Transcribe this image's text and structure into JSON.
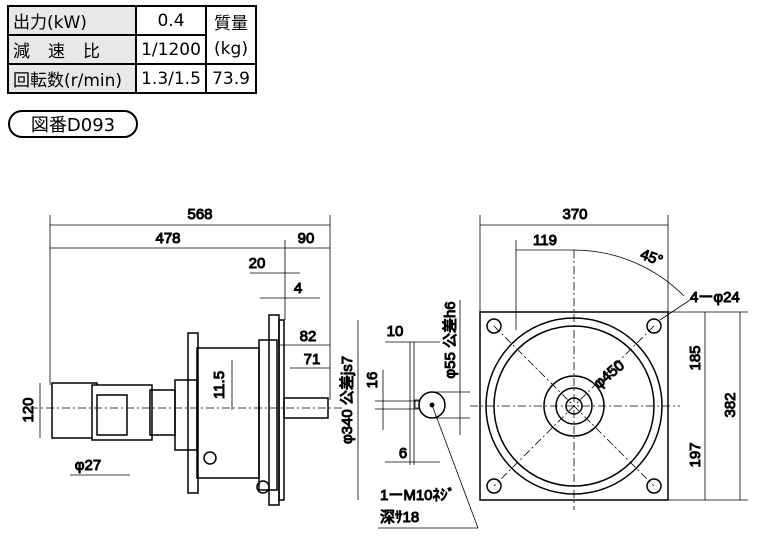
{
  "spec_table": {
    "rows": [
      {
        "label": "出力(kW)",
        "value": "0.4"
      },
      {
        "label": "減速比",
        "value": "1/1200"
      },
      {
        "label": "回転数(r/min)",
        "value": "1.3/1.5"
      }
    ],
    "mass_label": "質量",
    "mass_unit": "(kg)",
    "mass_value": "73.9"
  },
  "drawing_number": "図番D093",
  "dimensions": {
    "overall_length": "568",
    "body_length": "478",
    "shaft_length": "90",
    "d20": "20",
    "d4": "4",
    "d82": "82",
    "d71": "71",
    "d11_5": "11.5",
    "motor_height": "120",
    "motor_dia": "φ27",
    "flange_dia": "φ340 公差js7",
    "key_width": "10",
    "key_height": "16",
    "key_offset": "6",
    "shaft_dia": "φ55 公差h6",
    "tap_line1": "1ーM10ﾈｼﾞ",
    "tap_line2": "深ｻ18",
    "flange_width": "370",
    "d119": "119",
    "angle": "45°",
    "bolt_holes": "4ーφ24",
    "d185": "185",
    "flange_height": "382",
    "d197": "197",
    "pcd": "φ450"
  }
}
